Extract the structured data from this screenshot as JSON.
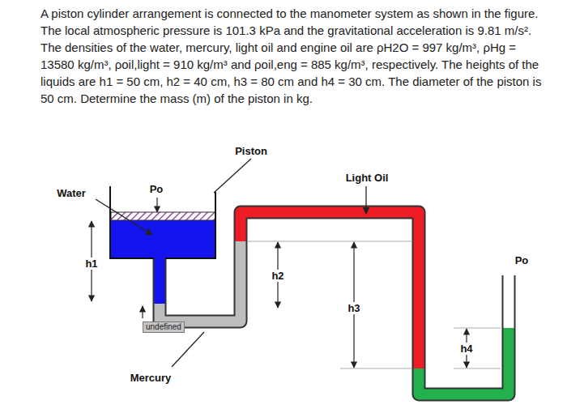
{
  "diagram": {
    "nodes": [
      {
        "text": [
          "undefined"
        ]
      }
    ],
    "labels": [
      "A piston cylinder arrangement is connected to the manometer system as shown in the figure. The local atmospheric pressure is 101.3 kPa and the gravitational acceleration is 9.81 m/s². The densities of the water, mercury, light oil and engine oil are ρH2O = 997 kg/m³, ρHg = 13580 kg/m³, ρoil,light = 910 kg/m³ and ρoil,eng = 885 kg/m³, respectively. The heights of the liquids are h1 = 50 cm, h2 = 40 cm, h3 = 80 cm and h4 = 30 cm. The diameter of the piston is 50 cm. Determine the mass (m) of the piston in kg.",
      "Water",
      "Po",
      "Piston",
      "Light Oil",
      "h1",
      "h2",
      "h3",
      "Po",
      "h4",
      "Mercury"
    ]
  }
}
